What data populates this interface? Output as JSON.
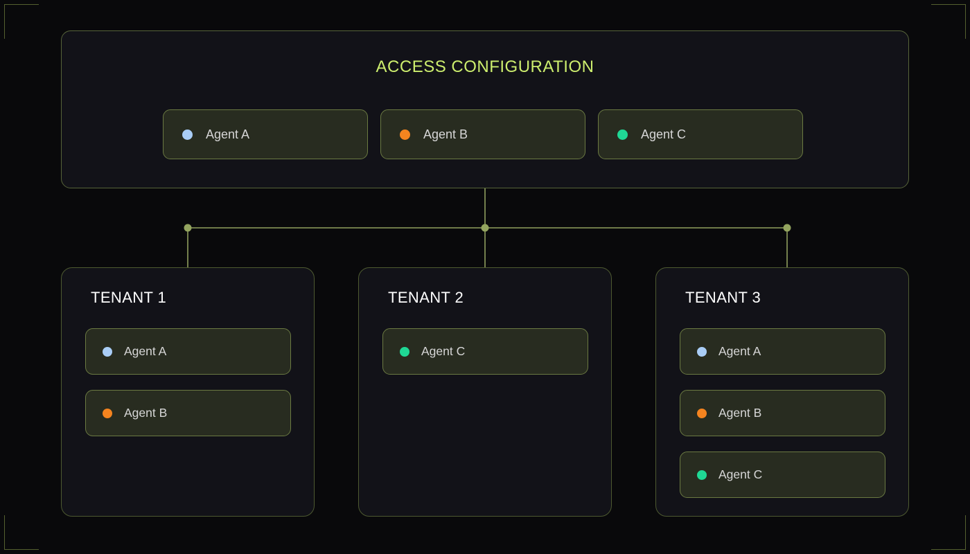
{
  "header": {
    "title": "ACCESS CONFIGURATION",
    "title_color": "#cdee6e",
    "agents": [
      {
        "label": "Agent A",
        "color": "#a9cdf6",
        "dot_name": "agent-a-dot"
      },
      {
        "label": "Agent B",
        "color": "#f5841f",
        "dot_name": "agent-b-dot"
      },
      {
        "label": "Agent C",
        "color": "#1fd895",
        "dot_name": "agent-c-dot"
      }
    ]
  },
  "connector": {
    "line_color": "#8f9f5e",
    "node_color": "#93a45f"
  },
  "tenants": [
    {
      "title": "TENANT 1",
      "agents": [
        {
          "label": "Agent A",
          "color": "#a9cdf6"
        },
        {
          "label": "Agent B",
          "color": "#f5841f"
        }
      ]
    },
    {
      "title": "TENANT 2",
      "agents": [
        {
          "label": "Agent C",
          "color": "#1fd895"
        }
      ]
    },
    {
      "title": "TENANT 3",
      "agents": [
        {
          "label": "Agent A",
          "color": "#a9cdf6"
        },
        {
          "label": "Agent B",
          "color": "#f5841f"
        },
        {
          "label": "Agent C",
          "color": "#1fd895"
        }
      ]
    }
  ],
  "theme": {
    "page_bg": "#09090b",
    "panel_bg": "#121218",
    "panel_border": "#57643a",
    "chip_bg": "#282c20",
    "chip_border": "#6b7a42",
    "chip_text": "#d6d6d6",
    "tenant_title_color": "#ffffff",
    "corner_bracket_color": "#55602f"
  }
}
